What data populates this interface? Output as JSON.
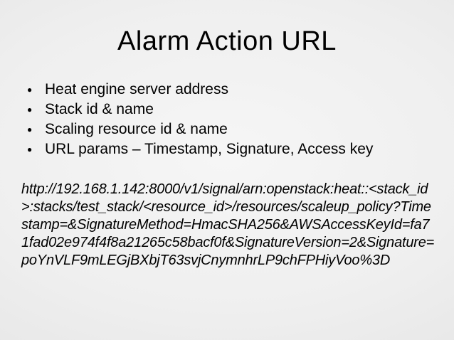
{
  "slide": {
    "title": "Alarm Action URL",
    "bullet_glyph": "●",
    "bullets": [
      "Heat engine server address",
      "Stack id & name",
      "Scaling resource id & name",
      "URL params – Timestamp, Signature, Access key"
    ],
    "url_lines": [
      "http://192.168.1.142:8000/v1/signal/arn:openstack:heat::<stack_id",
      ">:stacks/test_stack/<resource_id>/resources/scaleup_policy?Time",
      "stamp=&SignatureMethod=HmacSHA256&AWSAccessKeyId=fa7",
      "1fad02e974f4f8a21265c58bacf0f&SignatureVersion=2&Signature=",
      "poYnVLF9mLEGjBXbjT63svjCnymnhrLP9chFPHiyVoo%3D"
    ],
    "full_url": "http://192.168.1.142:8000/v1/signal/arn:openstack:heat::<stack_id>:stacks/test_stack/<resource_id>/resources/scaleup_policy?Timestamp=&SignatureMethod=HmacSHA256&AWSAccessKeyId=fa71fad02e974f4f8a21265c58bacf0f&SignatureVersion=2&Signature=poYnVLF9mLEGjBXbjT63svjCnymnhrLP9chFPHiyVoo%3D",
    "colors": {
      "text": "#000000",
      "background_center": "#f6f6f6",
      "background_edge": "#e0e0e0"
    }
  }
}
